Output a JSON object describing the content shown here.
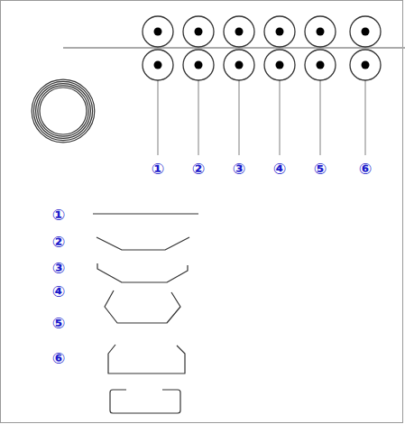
{
  "diagram": {
    "labels": [
      "①",
      "②",
      "③",
      "④",
      "⑤",
      "⑥",
      "①",
      "②",
      "③",
      "④",
      "⑤",
      "⑥"
    ]
  }
}
